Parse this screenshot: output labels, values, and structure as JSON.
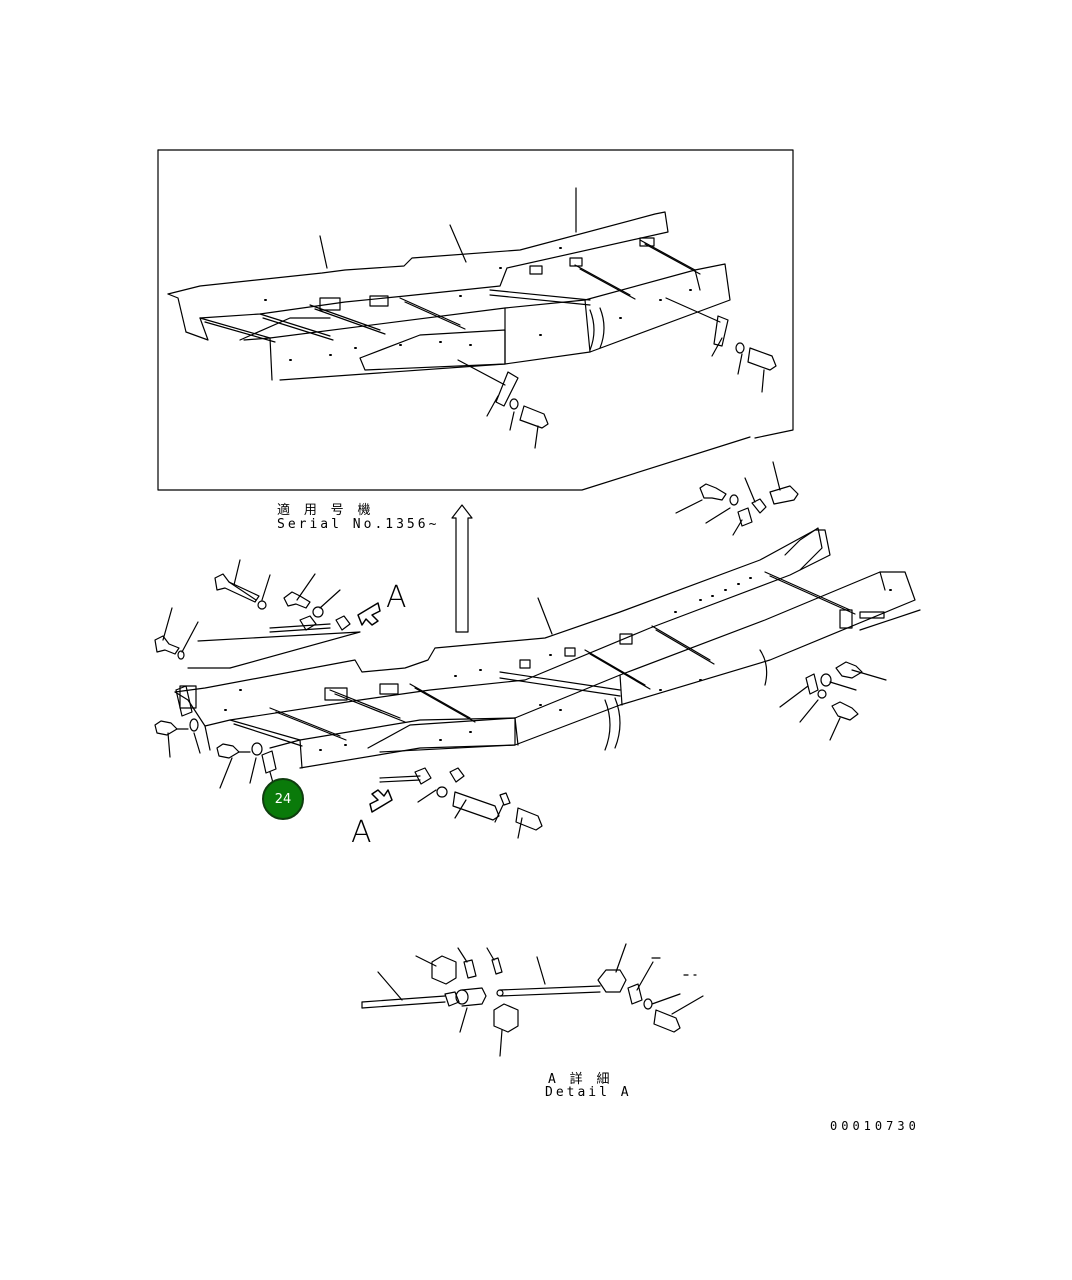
{
  "inset": {
    "serial_label_jp": "適 用 号 機",
    "serial_label_en": "Serial No.1356~"
  },
  "view_arrows": {
    "upper_letter": "A",
    "lower_letter": "A"
  },
  "detail": {
    "label_jp": "A 詳 細",
    "label_en": "Detail A"
  },
  "callout": {
    "number": "24",
    "color": "#0a7a0a"
  },
  "drawing_number": "00010730"
}
